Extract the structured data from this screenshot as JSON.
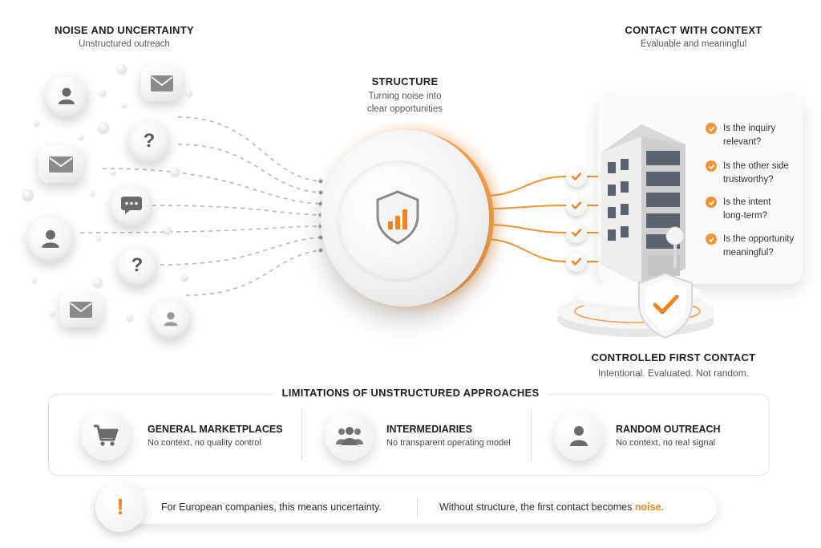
{
  "noise": {
    "title": "NOISE AND UNCERTAINTY",
    "subtitle": "Unstructured outreach"
  },
  "structure": {
    "title": "STRUCTURE",
    "subtitle_line1": "Turning noise into",
    "subtitle_line2": "clear opportunities"
  },
  "context": {
    "title": "CONTACT WITH CONTEXT",
    "subtitle": "Evaluable and meaningful",
    "questions": [
      {
        "line1": "Is the inquiry",
        "line2": "relevant?"
      },
      {
        "line1": "Is the other side",
        "line2": "trustworthy?"
      },
      {
        "line1": "Is the intent",
        "line2": "long-term?"
      },
      {
        "line1": "Is the opportunity",
        "line2": "meaningful?"
      }
    ]
  },
  "controlled": {
    "title": "CONTROLLED FIRST CONTACT",
    "subtitle": "Intentional. Evaluated. Not random."
  },
  "limitations": {
    "title": "LIMITATIONS OF UNSTRUCTURED APPROACHES",
    "items": [
      {
        "title": "GENERAL MARKETPLACES",
        "subtitle": "No context, no quality control",
        "icon": "cart-icon"
      },
      {
        "title": "INTERMEDIARIES",
        "subtitle": "No transparent operating model",
        "icon": "group-icon"
      },
      {
        "title": "RANDOM OUTREACH",
        "subtitle": "No context, no real signal",
        "icon": "person-icon"
      }
    ]
  },
  "footer": {
    "warning_glyph": "!",
    "left_text": "For European companies, this means uncertainty.",
    "right_text": "Without structure, the first contact becomes ",
    "right_highlight": "noise."
  },
  "colors": {
    "accent": "#f2831e",
    "icon_grey": "#6b6b6b"
  }
}
